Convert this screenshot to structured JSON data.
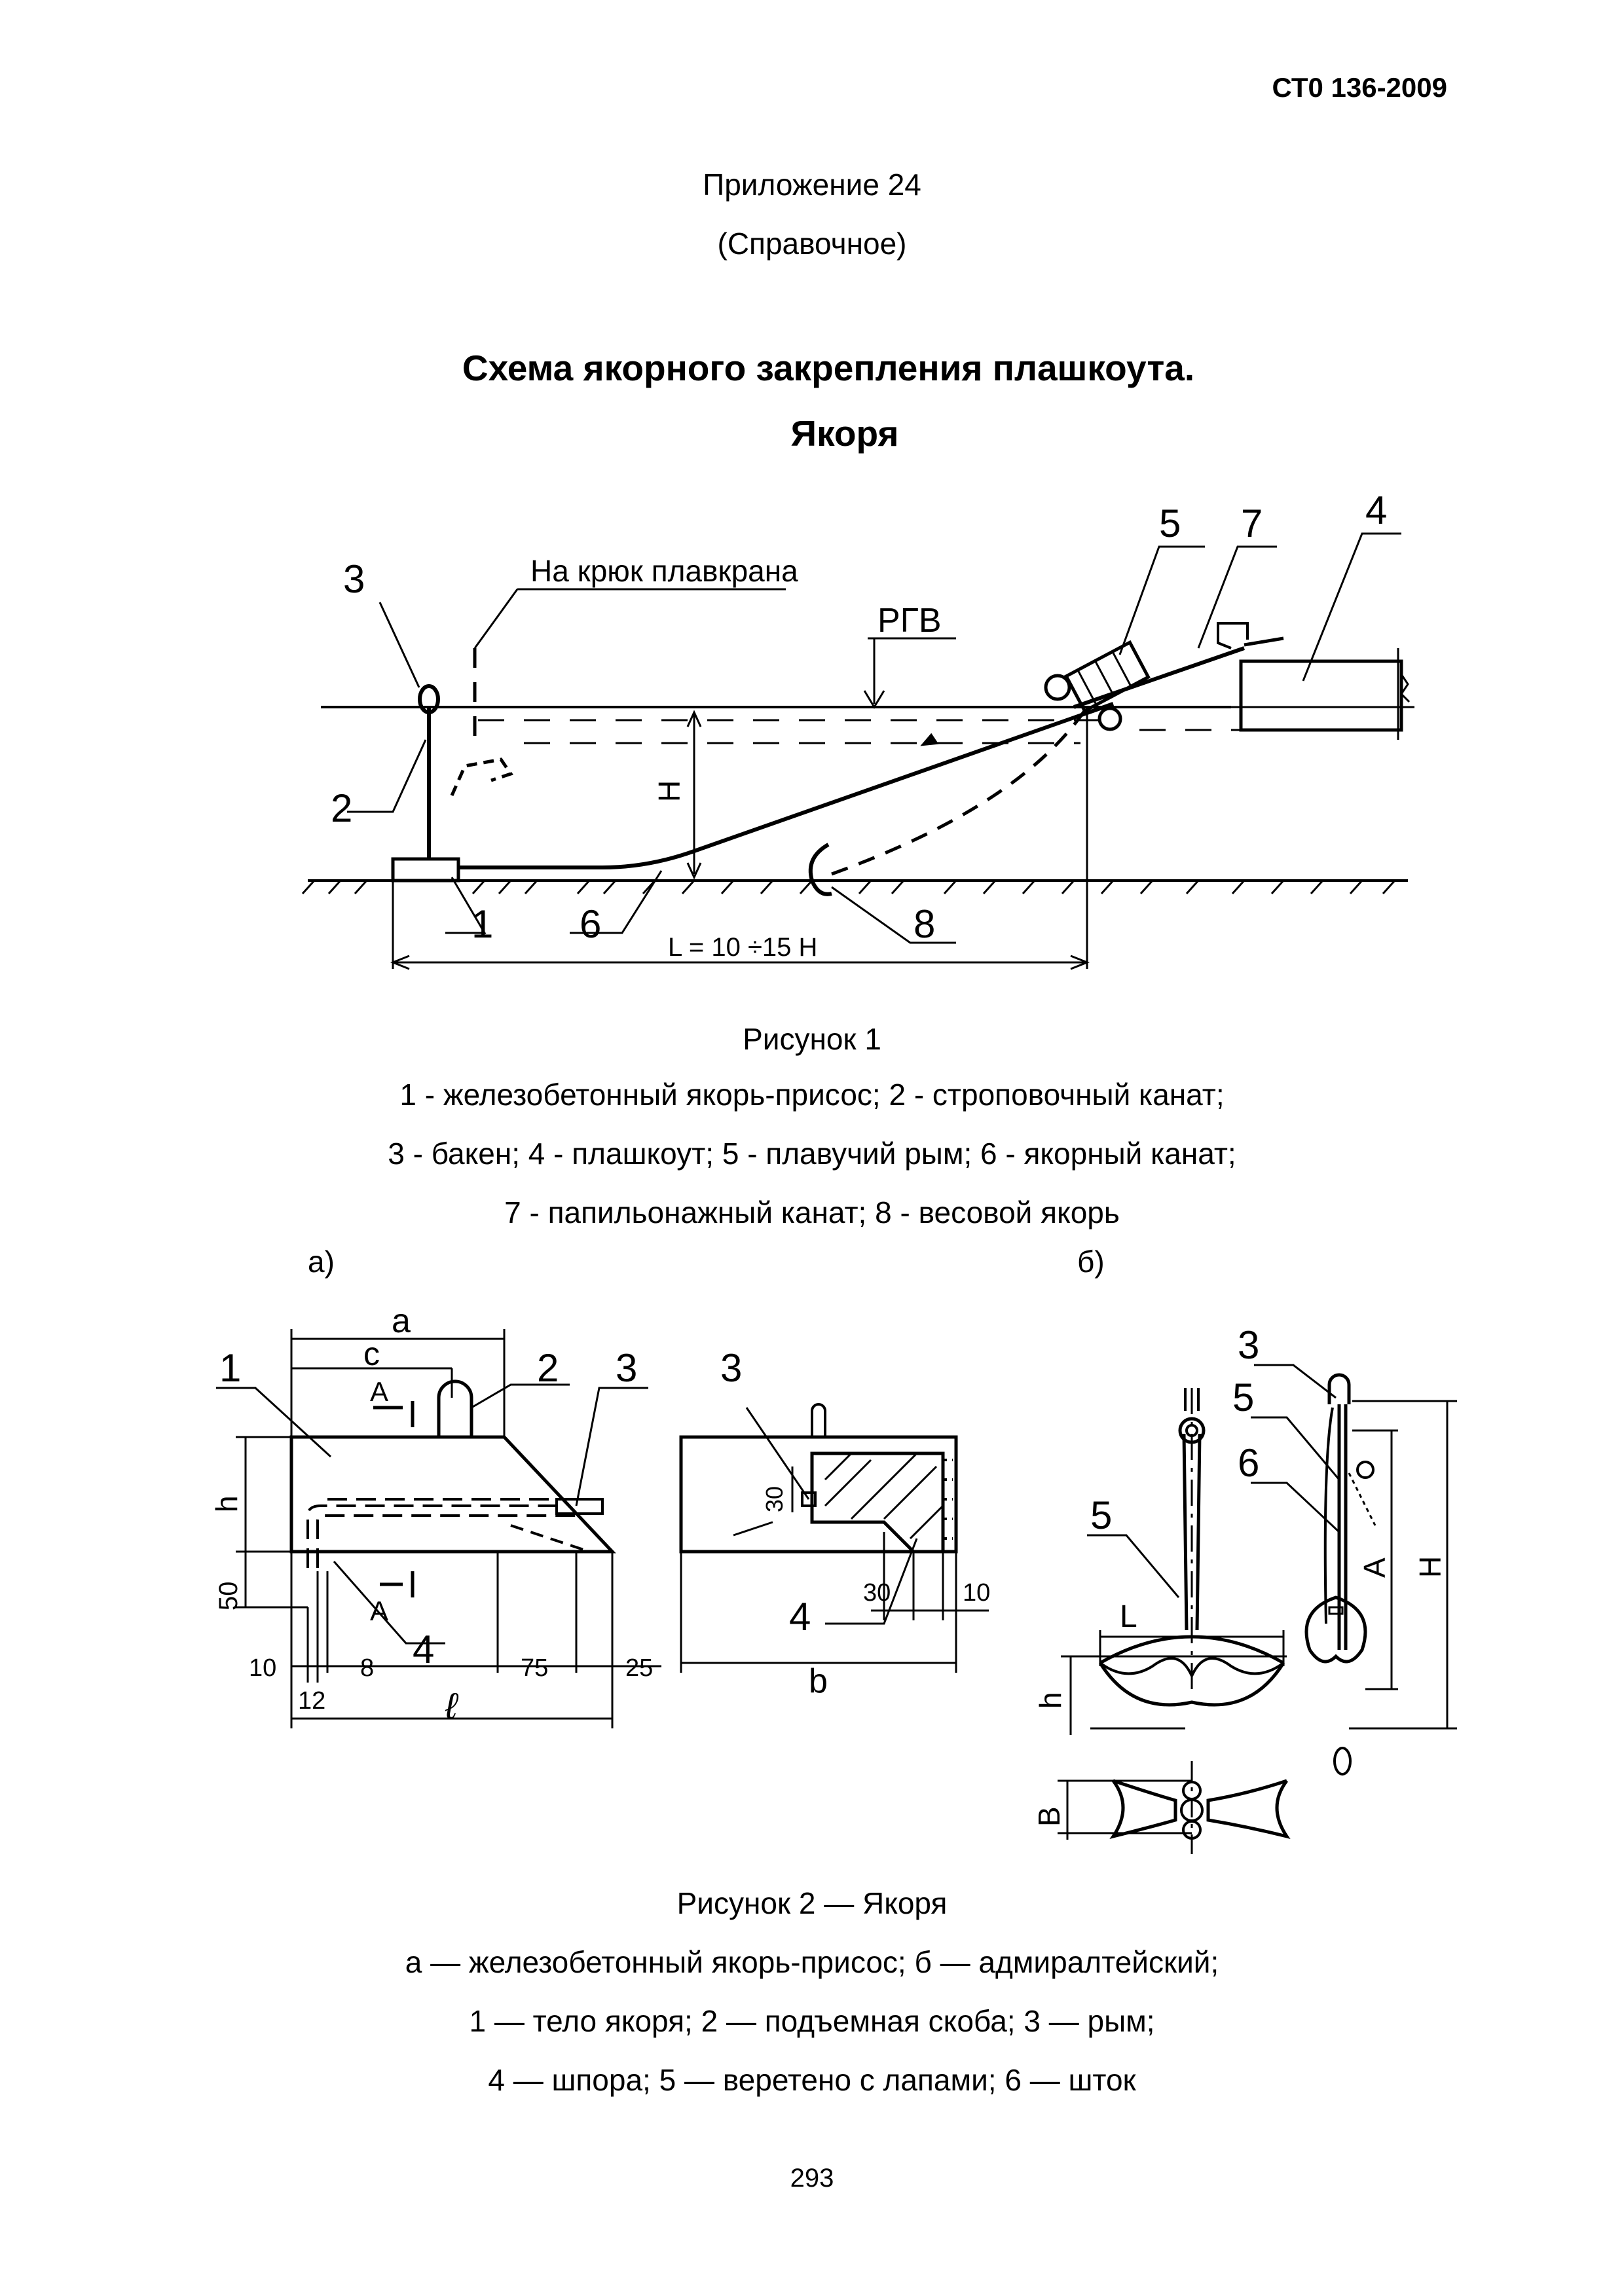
{
  "header": {
    "doc_code": "СТ0 136-2009"
  },
  "appendix": {
    "title": "Приложение 24",
    "subtitle": "(Справочное)"
  },
  "heading": {
    "line1": "Схема якорного закрепления плашкоута.",
    "line2": "Якоря"
  },
  "figure1": {
    "labels": {
      "n1": "1",
      "n2": "2",
      "n3": "3",
      "n4": "4",
      "n5": "5",
      "n6": "6",
      "n7": "7",
      "n8": "8",
      "hook": "На крюк плавкрана",
      "rgv": "РГВ",
      "h": "Н",
      "length": "L = 10 ÷15 Н"
    },
    "caption": "Рисунок  1",
    "legend": [
      "1 - железобетонный якорь-присос; 2 - строповочный канат;",
      "3 - бакен; 4 - плашкоут; 5 - плавучий рым; 6 - якорный канат;",
      "7 - папильонажный канат; 8 - весовой якорь"
    ]
  },
  "figure2": {
    "part_a": "а)",
    "part_b": "б)",
    "labels_a": {
      "a": "a",
      "c": "c",
      "A_top": "A",
      "A_bot": "A",
      "h": "h",
      "d50": "50",
      "d10": "10",
      "d12": "12",
      "d8": "8",
      "d75": "75",
      "d25": "25",
      "l": "ℓ",
      "n1": "1",
      "n2": "2",
      "n3": "3",
      "n4": "4",
      "s3": "3",
      "s30": "30",
      "s4": "4",
      "s30b": "30",
      "s10": "10",
      "b": "b"
    },
    "labels_b": {
      "n3": "3",
      "n5a": "5",
      "n5b": "5",
      "n6": "6",
      "L": "L",
      "h": "h",
      "B": "B",
      "A": "A",
      "H": "H"
    },
    "caption": "Рисунок  2  —  Якоря",
    "legend": [
      "а — железобетонный якорь-присос;  б — адмиралтейский;",
      "1 — тело якоря;  2 — подъемная скоба;  3 — рым;",
      "4 — шпора;   5 — веретено с лапами;   6 — шток"
    ]
  },
  "page_number": "293"
}
